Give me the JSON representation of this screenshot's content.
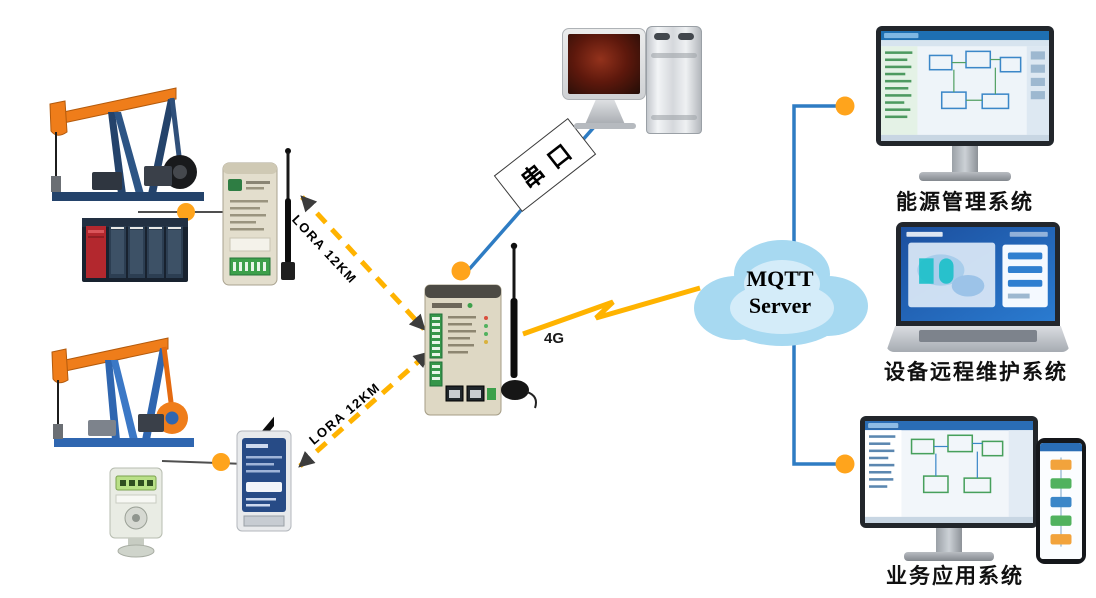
{
  "labels": {
    "serial_port": "串口",
    "lora_link_top": "LORA  12KM",
    "lora_link_bottom": "LORA  12KM",
    "cellular": "4G",
    "mqtt_line1": "MQTT",
    "mqtt_line2": "Server"
  },
  "systems": {
    "energy": "能源管理系统",
    "remote_maintenance": "设备远程维护系统",
    "business": "业务应用系统"
  },
  "icons": {
    "pumpjack-top-icon": "oil pumpjack unit",
    "pumpjack-bottom-icon": "oil pumpjack unit",
    "plc-icon": "PLC controller rack",
    "lora-node-top-icon": "LoRa wireless terminal with antenna",
    "lora-node-bottom-icon": "LoRa wireless terminal with tilted antenna",
    "gateway-icon": "industrial IoT gateway with whip antenna",
    "serial-pc-icon": "desktop computer with tower",
    "cloud-icon": "cloud shape",
    "scada-monitor-icon": "desktop monitor with SCADA screen",
    "laptop-icon": "laptop with remote-maintenance screen",
    "phone-icon": "smartphone with app screen",
    "lightning-icon": "cellular wireless link bolt"
  },
  "colors": {
    "link_blue": "#2e7cc3",
    "link_orange": "#ffb300",
    "dot_orange": "#ffa41c",
    "cloud_fill": "#a7d9f1",
    "arrow_dark": "#3c3c3c"
  }
}
